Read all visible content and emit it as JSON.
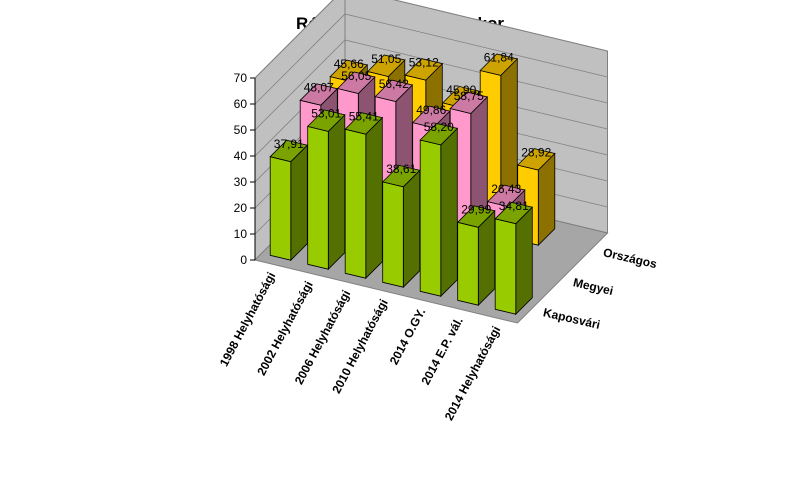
{
  "chart_data": {
    "type": "bar",
    "title": "Részvételi arány záráskor",
    "categories": [
      "1998 Helyhatósági",
      "2002 Helyhatósági",
      "2006 Helyhatósági",
      "2010 Helyhatósági",
      "2014 O.GY.",
      "2014 E.P. vál.",
      "2014 Helyhatósági"
    ],
    "series": [
      {
        "name": "Kaposvári",
        "values": [
          37.91,
          53.01,
          55.41,
          38.61,
          58.2,
          29.99,
          34.81
        ]
      },
      {
        "name": "Megyei",
        "values": [
          48.07,
          56.05,
          56.42,
          49.86,
          58.75,
          26.43,
          null
        ]
      },
      {
        "name": "Országos",
        "values": [
          45.66,
          51.05,
          53.12,
          45.9,
          61.84,
          28.92,
          null
        ]
      }
    ],
    "value_labels": [
      [
        "37,91",
        "53,01",
        "55,41",
        "38,61",
        "58,20",
        "29,99",
        "34,81"
      ],
      [
        "48,07",
        "56,05",
        "56,42",
        "49,86",
        "58,75",
        "26,43",
        ""
      ],
      [
        "45,66",
        "51,05",
        "53,12",
        "45,90",
        "61,84",
        "28,92",
        ""
      ]
    ],
    "y_ticks": [
      "0",
      "10",
      "20",
      "30",
      "40",
      "50",
      "60",
      "70"
    ],
    "ylim": [
      0,
      70
    ],
    "grid": true,
    "colors": {
      "Kaposvári": "#99cc00",
      "Megyei": "#ff99cc",
      "Országos": "#ffcc00"
    }
  }
}
